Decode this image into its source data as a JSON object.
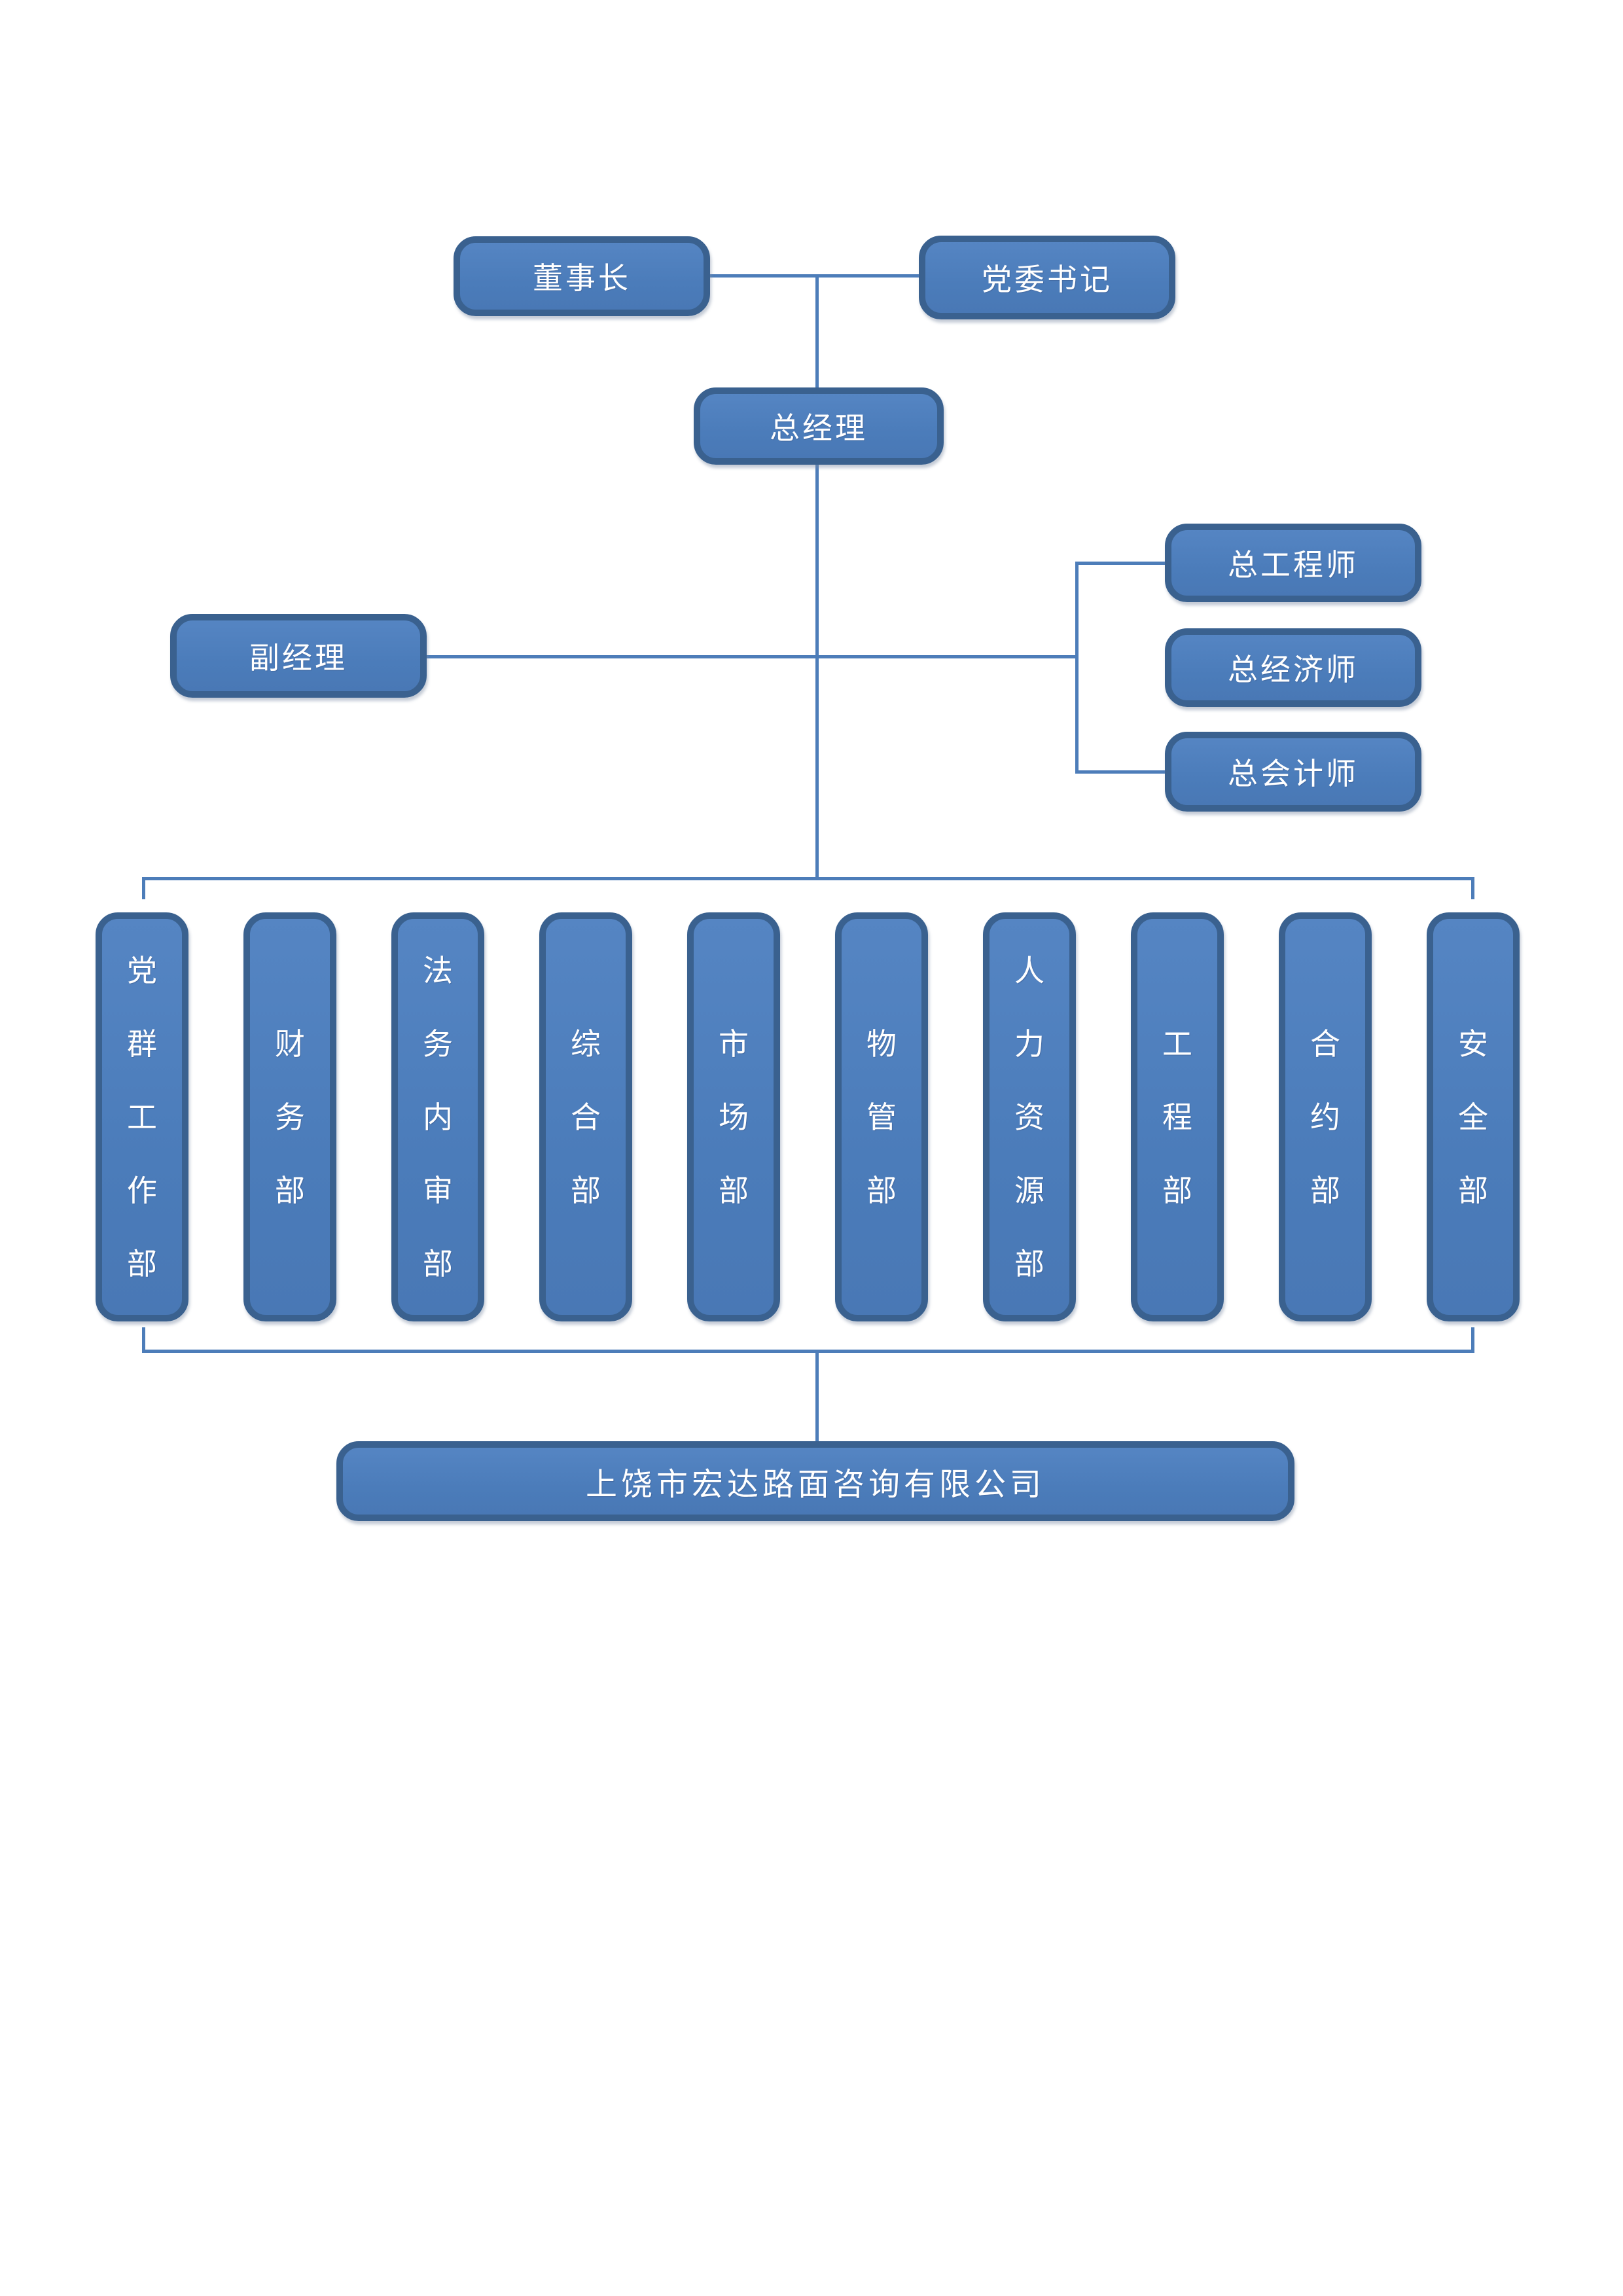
{
  "org_chart": {
    "nodes": {
      "chairman": {
        "label": "董事长"
      },
      "party_secretary": {
        "label": "党委书记"
      },
      "general_manager": {
        "label": "总经理"
      },
      "deputy_manager": {
        "label": "副经理"
      },
      "chief_engineer": {
        "label": "总工程师"
      },
      "chief_economist": {
        "label": "总经济师"
      },
      "chief_accountant": {
        "label": "总会计师"
      },
      "company": {
        "label": "上饶市宏达路面咨询有限公司"
      }
    },
    "departments": [
      "党群工作部",
      "财务部",
      "法务内审部",
      "综合部",
      "市场部",
      "物管部",
      "人力资源部",
      "工程部",
      "合约部",
      "安全部"
    ],
    "edges": [
      {
        "from": "chairman",
        "to": "party_secretary"
      },
      {
        "from": "chairman",
        "to": "general_manager"
      },
      {
        "from": "party_secretary",
        "to": "general_manager"
      },
      {
        "from": "general_manager",
        "to": "deputy_manager"
      },
      {
        "from": "general_manager",
        "to": "chief_engineer"
      },
      {
        "from": "general_manager",
        "to": "chief_economist"
      },
      {
        "from": "general_manager",
        "to": "chief_accountant"
      },
      {
        "from": "general_manager",
        "to": "departments_row"
      },
      {
        "from": "departments_row",
        "to": "company"
      }
    ],
    "colors": {
      "node_fill": "#4d7ebd",
      "node_border": "#3a618f",
      "connector": "#4d7db9",
      "label_text": "#ffffff"
    }
  }
}
